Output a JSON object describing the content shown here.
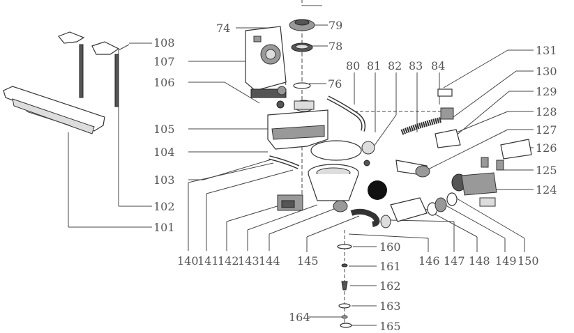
{
  "labels": {
    "l74": "74",
    "l79": "79",
    "l78": "78",
    "l76": "76",
    "l80": "80",
    "l81": "81",
    "l82": "82",
    "l83": "83",
    "l84": "84",
    "l108": "108",
    "l107": "107",
    "l106": "106",
    "l105": "105",
    "l104": "104",
    "l103": "103",
    "l102": "102",
    "l101": "101",
    "l131": "131",
    "l130": "130",
    "l129": "129",
    "l128": "128",
    "l127": "127",
    "l126": "126",
    "l125": "125",
    "l124": "124",
    "l140": "140",
    "l141": "141",
    "l142": "142",
    "l143": "143",
    "l144": "144",
    "l145": "145",
    "l146": "146",
    "l147": "147",
    "l148": "148",
    "l149": "149",
    "l150": "150",
    "l160": "160",
    "l161": "161",
    "l162": "162",
    "l163": "163",
    "l164": "164",
    "l165": "165"
  }
}
